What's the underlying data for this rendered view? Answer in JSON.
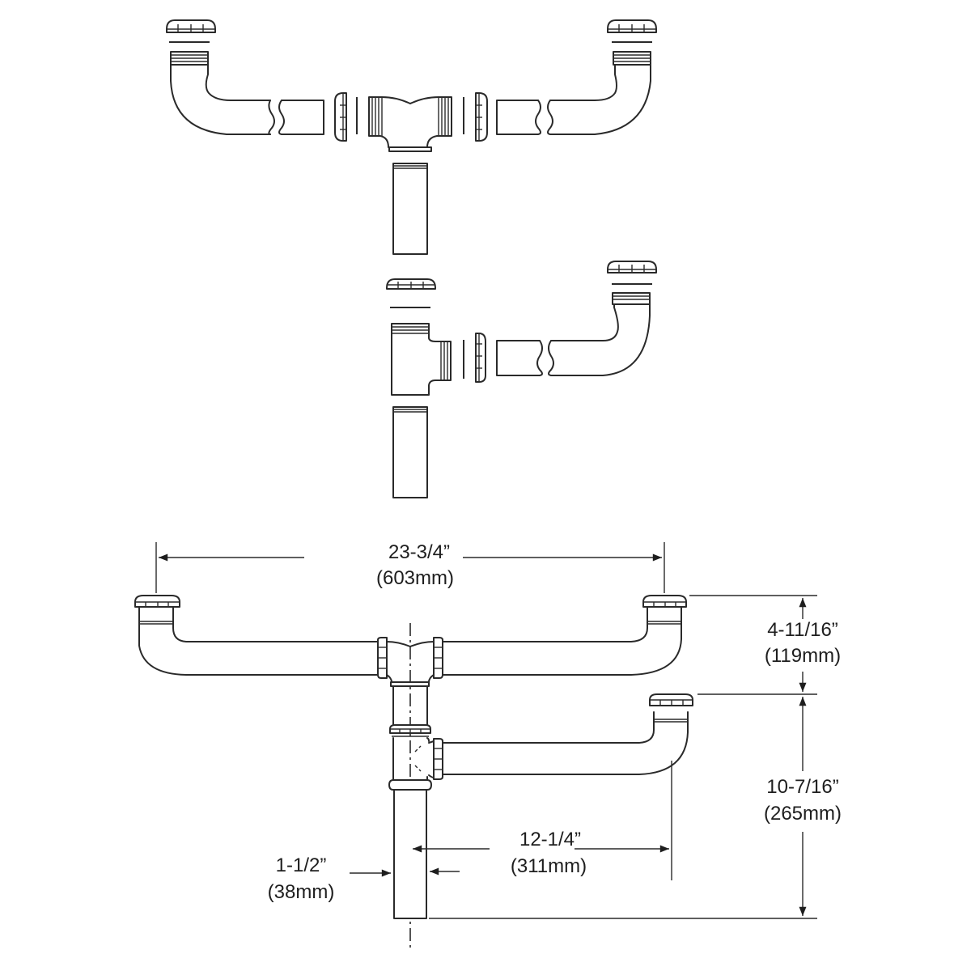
{
  "diagram": {
    "title": "Double-bowl sink continuous waste drain kit",
    "line_color": "#2a2a2a",
    "background": "#ffffff",
    "views": [
      {
        "id": "exploded-double-tee",
        "description": "Exploded view: two L-shaped tailpiece elbows, slip nuts, washers, center tee, tailpiece extension"
      },
      {
        "id": "exploded-end-outlet",
        "description": "Exploded view: side-outlet tee, slip nut, washer, single elbow arm, tailpiece extension"
      },
      {
        "id": "assembled",
        "description": "Assembled double-bowl drain with dimension callouts"
      }
    ],
    "dimensions": {
      "overall_width": {
        "imperial": "23-3/4”",
        "metric": "(603mm)"
      },
      "upper_drop": {
        "imperial": "4-11/16”",
        "metric": "(119mm)"
      },
      "lower_drop": {
        "imperial": "10-7/16”",
        "metric": "(265mm)"
      },
      "side_offset": {
        "imperial": "12-1/4”",
        "metric": "(311mm)"
      },
      "pipe_diameter": {
        "imperial": "1-1/2”",
        "metric": "(38mm)"
      }
    }
  }
}
